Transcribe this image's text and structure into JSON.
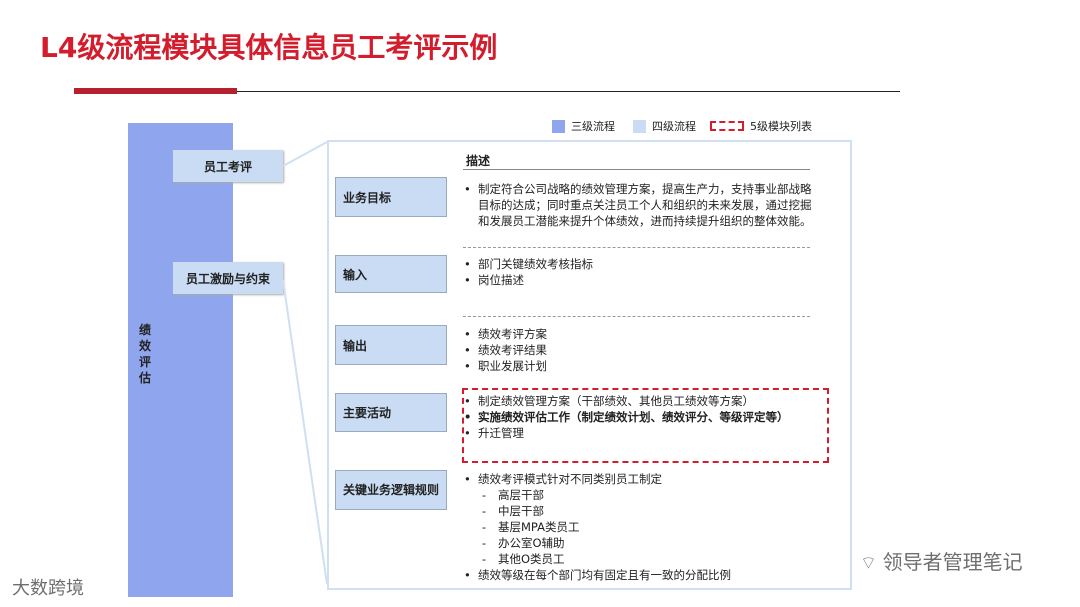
{
  "title": "L4级流程模块具体信息员工考评示例",
  "legend": {
    "level3": "三级流程",
    "level4": "四级流程",
    "level5": "5级模块列表",
    "colors": {
      "level3": "#8fa6ee",
      "level4": "#c9dcf3",
      "level5": "#d31c2c"
    }
  },
  "left": {
    "vertical": "绩效评估",
    "items": [
      "员工考评",
      "员工激励与约束"
    ]
  },
  "header": "描述",
  "rows": [
    {
      "label": "业务目标",
      "items": [
        "制定符合公司战略的绩效管理方案，提高生产力，支持事业部战略目标的达成；同时重点关注员工个人和组织的未来发展，通过挖掘和发展员工潜能来提升个体绩效，进而持续提升组织的整体效能。"
      ]
    },
    {
      "label": "输入",
      "items": [
        "部门关键绩效考核指标",
        "岗位描述"
      ]
    },
    {
      "label": "输出",
      "items": [
        "绩效考评方案",
        "绩效考评结果",
        "职业发展计划"
      ]
    },
    {
      "label": "主要活动",
      "items": [
        "制定绩效管理方案（干部绩效、其他员工绩效等方案）",
        "实施绩效评估工作（制定绩效计划、绩效评分、等级评定等）",
        "升迁管理"
      ]
    },
    {
      "label": "关键业务逻辑规则",
      "items": [
        "绩效考评模式针对不同类别员工制定"
      ],
      "sub": [
        "高层干部",
        "中层干部",
        "基层MPA类员工",
        "办公室O辅助",
        "其他O类员工"
      ],
      "extra": "绩效等级在每个部门均有固定且有一致的分配比例"
    }
  ],
  "watermarks": {
    "left": "大数跨境",
    "right": "领导者管理笔记"
  }
}
